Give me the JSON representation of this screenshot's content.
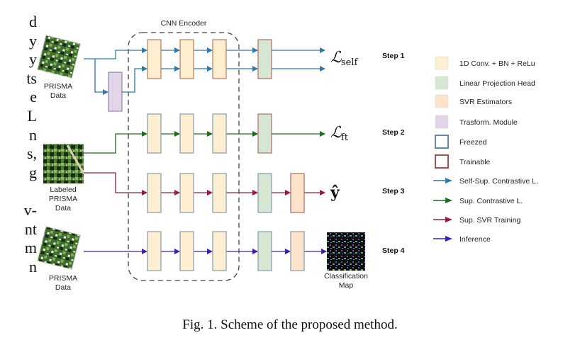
{
  "left_column_text": [
    "d",
    "y",
    "y",
    "ts",
    "e",
    "L",
    "n",
    "s,",
    "g",
    "",
    "v-",
    "nt",
    "m",
    "n"
  ],
  "encoder_label": "CNN Encoder",
  "inputs": {
    "prisma_top": [
      "PRISMA",
      "Data"
    ],
    "labeled": [
      "Labeled",
      "PRISMA",
      "Data"
    ],
    "prisma_bottom": [
      "PRISMA",
      "Data"
    ]
  },
  "outputs": {
    "step1": {
      "main": "ℒ",
      "sub": "self"
    },
    "step2": {
      "main": "ℒ",
      "sub": "ft"
    },
    "step3": {
      "main": "ŷ"
    },
    "step4": [
      "Classification",
      "Map"
    ]
  },
  "steps": [
    "Step 1",
    "Step 2",
    "Step 3",
    "Step 4"
  ],
  "legend": {
    "items": [
      {
        "label": "1D Conv. + BN + ReLu",
        "kind": "fill",
        "color": "#fdefcf"
      },
      {
        "label": "Linear Projection Head",
        "kind": "fill",
        "color": "#d5e6d3"
      },
      {
        "label": "SVR Estimators",
        "kind": "fill",
        "color": "#fde3cb"
      },
      {
        "label": "Trasform. Module",
        "kind": "fill",
        "color": "#e2d5e9"
      },
      {
        "label": "Freezed",
        "kind": "border",
        "color": "#6b86a0"
      },
      {
        "label": "Trainable",
        "kind": "border",
        "color": "#a5504e"
      },
      {
        "label": "Self-Sup. Contrastive L.",
        "kind": "arrow",
        "color": "#2f7aa8"
      },
      {
        "label": "Sup. Contrastive L.",
        "kind": "arrow",
        "color": "#1f6a1f"
      },
      {
        "label": "Sup. SVR Training",
        "kind": "arrow",
        "color": "#9a1a3c"
      },
      {
        "label": "Inference",
        "kind": "arrow",
        "color": "#3b1fb0"
      }
    ]
  },
  "caption": "Fig. 1.  Scheme of the proposed method."
}
